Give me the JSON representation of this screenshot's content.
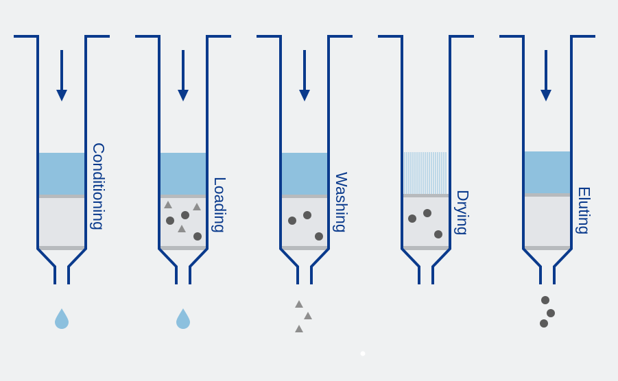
{
  "colors": {
    "background": "#eff1f2",
    "outline": "#0a3a8c",
    "solvent": "#8fc1de",
    "sorbent": "#e3e5e8",
    "frit": "#b7babd",
    "particle": "#5b5b5b",
    "interference": "#8e8e8e",
    "droplet": "#8cc0de",
    "dry_lines": "#8cc0de"
  },
  "steps": [
    {
      "label": "Conditioning",
      "solvent": "liquid",
      "retained": [],
      "eluate": "droplet-icon"
    },
    {
      "label": "Loading",
      "solvent": "liquid",
      "retained": [
        "circle",
        "triangle"
      ],
      "eluate": "droplet-icon"
    },
    {
      "label": "Washing",
      "solvent": "liquid",
      "retained": [
        "circle"
      ],
      "eluate": "triangle-icons"
    },
    {
      "label": "Drying",
      "solvent": "dry",
      "retained": [
        "circle"
      ],
      "eluate": "none"
    },
    {
      "label": "Eluting",
      "solvent": "liquid",
      "retained": [],
      "eluate": "circle-icons"
    }
  ],
  "pagination": {
    "active_dot": 1
  }
}
